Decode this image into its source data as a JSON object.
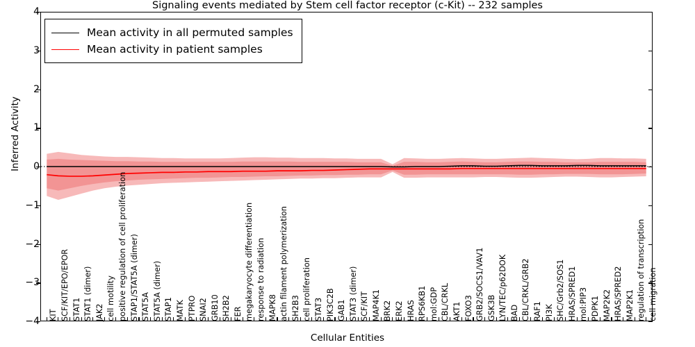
{
  "chart_data": {
    "type": "line",
    "title": "Signaling events mediated by Stem cell factor receptor (c-Kit) -- 232 samples",
    "xlabel": "Cellular Entities",
    "ylabel": "Inferred Activity",
    "ylim": [
      -4,
      4
    ],
    "yticks": [
      -4,
      -3,
      -2,
      -1,
      0,
      1,
      2,
      3,
      4
    ],
    "ytick_labels": [
      "−4",
      "−3",
      "−2",
      "−1",
      "0",
      "1",
      "2",
      "3",
      "4"
    ],
    "grid": false,
    "legend_position": "upper left",
    "n_samples": 232,
    "categories": [
      "KIT",
      "SCF/KIT/EPO/EPOR",
      "STAT1",
      "STAT1 (dimer)",
      "JAK2",
      "cell motility",
      "positive regulation of cell proliferation",
      "STAP1/STAT5A (dimer)",
      "STAT5A",
      "STAT5A (dimer)",
      "STAP1",
      "MATK",
      "PTPRO",
      "SNAI2",
      "GRB10",
      "SH2B2",
      "FER",
      "megakaryocyte differentiation",
      "response to radiation",
      "MAPK8",
      "actin filament polymerization",
      "SH2B3",
      "cell proliferation",
      "STAT3",
      "PIK3C2B",
      "GAB1",
      "STAT3 (dimer)",
      "SCF/KIT",
      "MAP4K1",
      "BRK2",
      "ERK2",
      "HRAS",
      "RPS6KB1",
      "mol:GDP",
      "CBL/CRKL",
      "AKT1",
      "FOXO3",
      "GRB2/SOCS1/VAV1",
      "GSK3B",
      "LYN/TEC/p62DOK",
      "BAD",
      "CBL/CRKL/GRB2",
      "RAF1",
      "PI3K",
      "SHC/Grb2/SOS1",
      "HRAS/SPRED1",
      "mol:PIP3",
      "PDPK1",
      "MAP2K2",
      "HRAS/SPRED2",
      "MAP2K1",
      "regulation of transcription",
      "cell migration"
    ],
    "series": [
      {
        "name": "Mean activity in all permuted samples",
        "color": "#000000",
        "style": "solid",
        "values": [
          0.0,
          0.0,
          0.0,
          0.0,
          0.0,
          0.0,
          0.0,
          0.0,
          0.0,
          0.0,
          0.0,
          0.0,
          0.0,
          0.0,
          0.0,
          0.0,
          0.0,
          0.0,
          0.0,
          0.0,
          0.0,
          0.0,
          0.0,
          0.0,
          0.0,
          0.0,
          0.0,
          0.0,
          0.0,
          0.0,
          -0.01,
          -0.01,
          0.0,
          0.0,
          0.0,
          0.01,
          0.02,
          0.02,
          0.01,
          0.01,
          0.02,
          0.03,
          0.03,
          0.02,
          0.02,
          0.02,
          0.03,
          0.03,
          0.02,
          0.02,
          0.02,
          0.02,
          0.02
        ]
      },
      {
        "name": "Mean activity in patient samples",
        "color": "#ff0000",
        "style": "solid",
        "values": [
          -0.21,
          -0.24,
          -0.25,
          -0.25,
          -0.24,
          -0.22,
          -0.2,
          -0.18,
          -0.17,
          -0.16,
          -0.15,
          -0.15,
          -0.14,
          -0.14,
          -0.13,
          -0.13,
          -0.13,
          -0.12,
          -0.12,
          -0.12,
          -0.11,
          -0.11,
          -0.11,
          -0.1,
          -0.1,
          -0.09,
          -0.08,
          -0.07,
          -0.06,
          -0.06,
          -0.06,
          -0.06,
          -0.06,
          -0.06,
          -0.06,
          -0.06,
          -0.05,
          -0.05,
          -0.05,
          -0.05,
          -0.05,
          -0.05,
          -0.05,
          -0.05,
          -0.05,
          -0.05,
          -0.05,
          -0.05,
          -0.05,
          -0.05,
          -0.05,
          -0.05,
          -0.05
        ]
      }
    ],
    "bands": [
      {
        "name": "patient outer band",
        "color": "#f4a2a2",
        "opacity": 0.75,
        "upper": [
          0.33,
          0.38,
          0.34,
          0.3,
          0.28,
          0.26,
          0.25,
          0.25,
          0.24,
          0.23,
          0.22,
          0.22,
          0.21,
          0.21,
          0.21,
          0.21,
          0.22,
          0.23,
          0.24,
          0.24,
          0.23,
          0.23,
          0.22,
          0.22,
          0.22,
          0.21,
          0.21,
          0.2,
          0.2,
          0.2,
          0.06,
          0.22,
          0.21,
          0.2,
          0.2,
          0.21,
          0.22,
          0.21,
          0.2,
          0.2,
          0.21,
          0.22,
          0.23,
          0.22,
          0.21,
          0.2,
          0.19,
          0.2,
          0.22,
          0.22,
          0.21,
          0.21,
          0.2
        ],
        "lower": [
          -0.76,
          -0.86,
          -0.78,
          -0.7,
          -0.62,
          -0.56,
          -0.52,
          -0.49,
          -0.47,
          -0.45,
          -0.43,
          -0.42,
          -0.41,
          -0.4,
          -0.39,
          -0.38,
          -0.37,
          -0.36,
          -0.35,
          -0.34,
          -0.33,
          -0.32,
          -0.31,
          -0.31,
          -0.3,
          -0.3,
          -0.29,
          -0.28,
          -0.28,
          -0.28,
          -0.14,
          -0.29,
          -0.29,
          -0.28,
          -0.28,
          -0.28,
          -0.28,
          -0.28,
          -0.27,
          -0.27,
          -0.28,
          -0.29,
          -0.29,
          -0.28,
          -0.27,
          -0.26,
          -0.26,
          -0.27,
          -0.28,
          -0.28,
          -0.27,
          -0.26,
          -0.25
        ]
      },
      {
        "name": "patient inner band",
        "color": "#f08080",
        "opacity": 0.65,
        "upper": [
          0.18,
          0.2,
          0.18,
          0.17,
          0.16,
          0.15,
          0.14,
          0.14,
          0.13,
          0.13,
          0.12,
          0.12,
          0.12,
          0.12,
          0.12,
          0.12,
          0.12,
          0.13,
          0.13,
          0.13,
          0.13,
          0.13,
          0.12,
          0.12,
          0.12,
          0.12,
          0.12,
          0.11,
          0.11,
          0.11,
          0.02,
          0.12,
          0.12,
          0.11,
          0.11,
          0.12,
          0.13,
          0.12,
          0.11,
          0.11,
          0.12,
          0.13,
          0.13,
          0.12,
          0.12,
          0.11,
          0.11,
          0.11,
          0.12,
          0.12,
          0.12,
          0.12,
          0.11
        ],
        "lower": [
          -0.56,
          -0.62,
          -0.56,
          -0.5,
          -0.45,
          -0.41,
          -0.38,
          -0.36,
          -0.34,
          -0.33,
          -0.32,
          -0.31,
          -0.3,
          -0.29,
          -0.29,
          -0.28,
          -0.27,
          -0.27,
          -0.26,
          -0.25,
          -0.25,
          -0.24,
          -0.23,
          -0.23,
          -0.22,
          -0.22,
          -0.21,
          -0.21,
          -0.2,
          -0.2,
          -0.1,
          -0.21,
          -0.21,
          -0.2,
          -0.2,
          -0.2,
          -0.2,
          -0.2,
          -0.2,
          -0.2,
          -0.2,
          -0.21,
          -0.21,
          -0.2,
          -0.2,
          -0.19,
          -0.19,
          -0.19,
          -0.2,
          -0.2,
          -0.2,
          -0.19,
          -0.18
        ]
      }
    ],
    "zero_reference_line": {
      "value": 0,
      "style": "dotted",
      "color": "#000000"
    }
  },
  "legend": {
    "entries": [
      {
        "label": "Mean activity in all permuted samples",
        "color": "#000000"
      },
      {
        "label": "Mean activity in patient samples",
        "color": "#ff0000"
      }
    ]
  }
}
